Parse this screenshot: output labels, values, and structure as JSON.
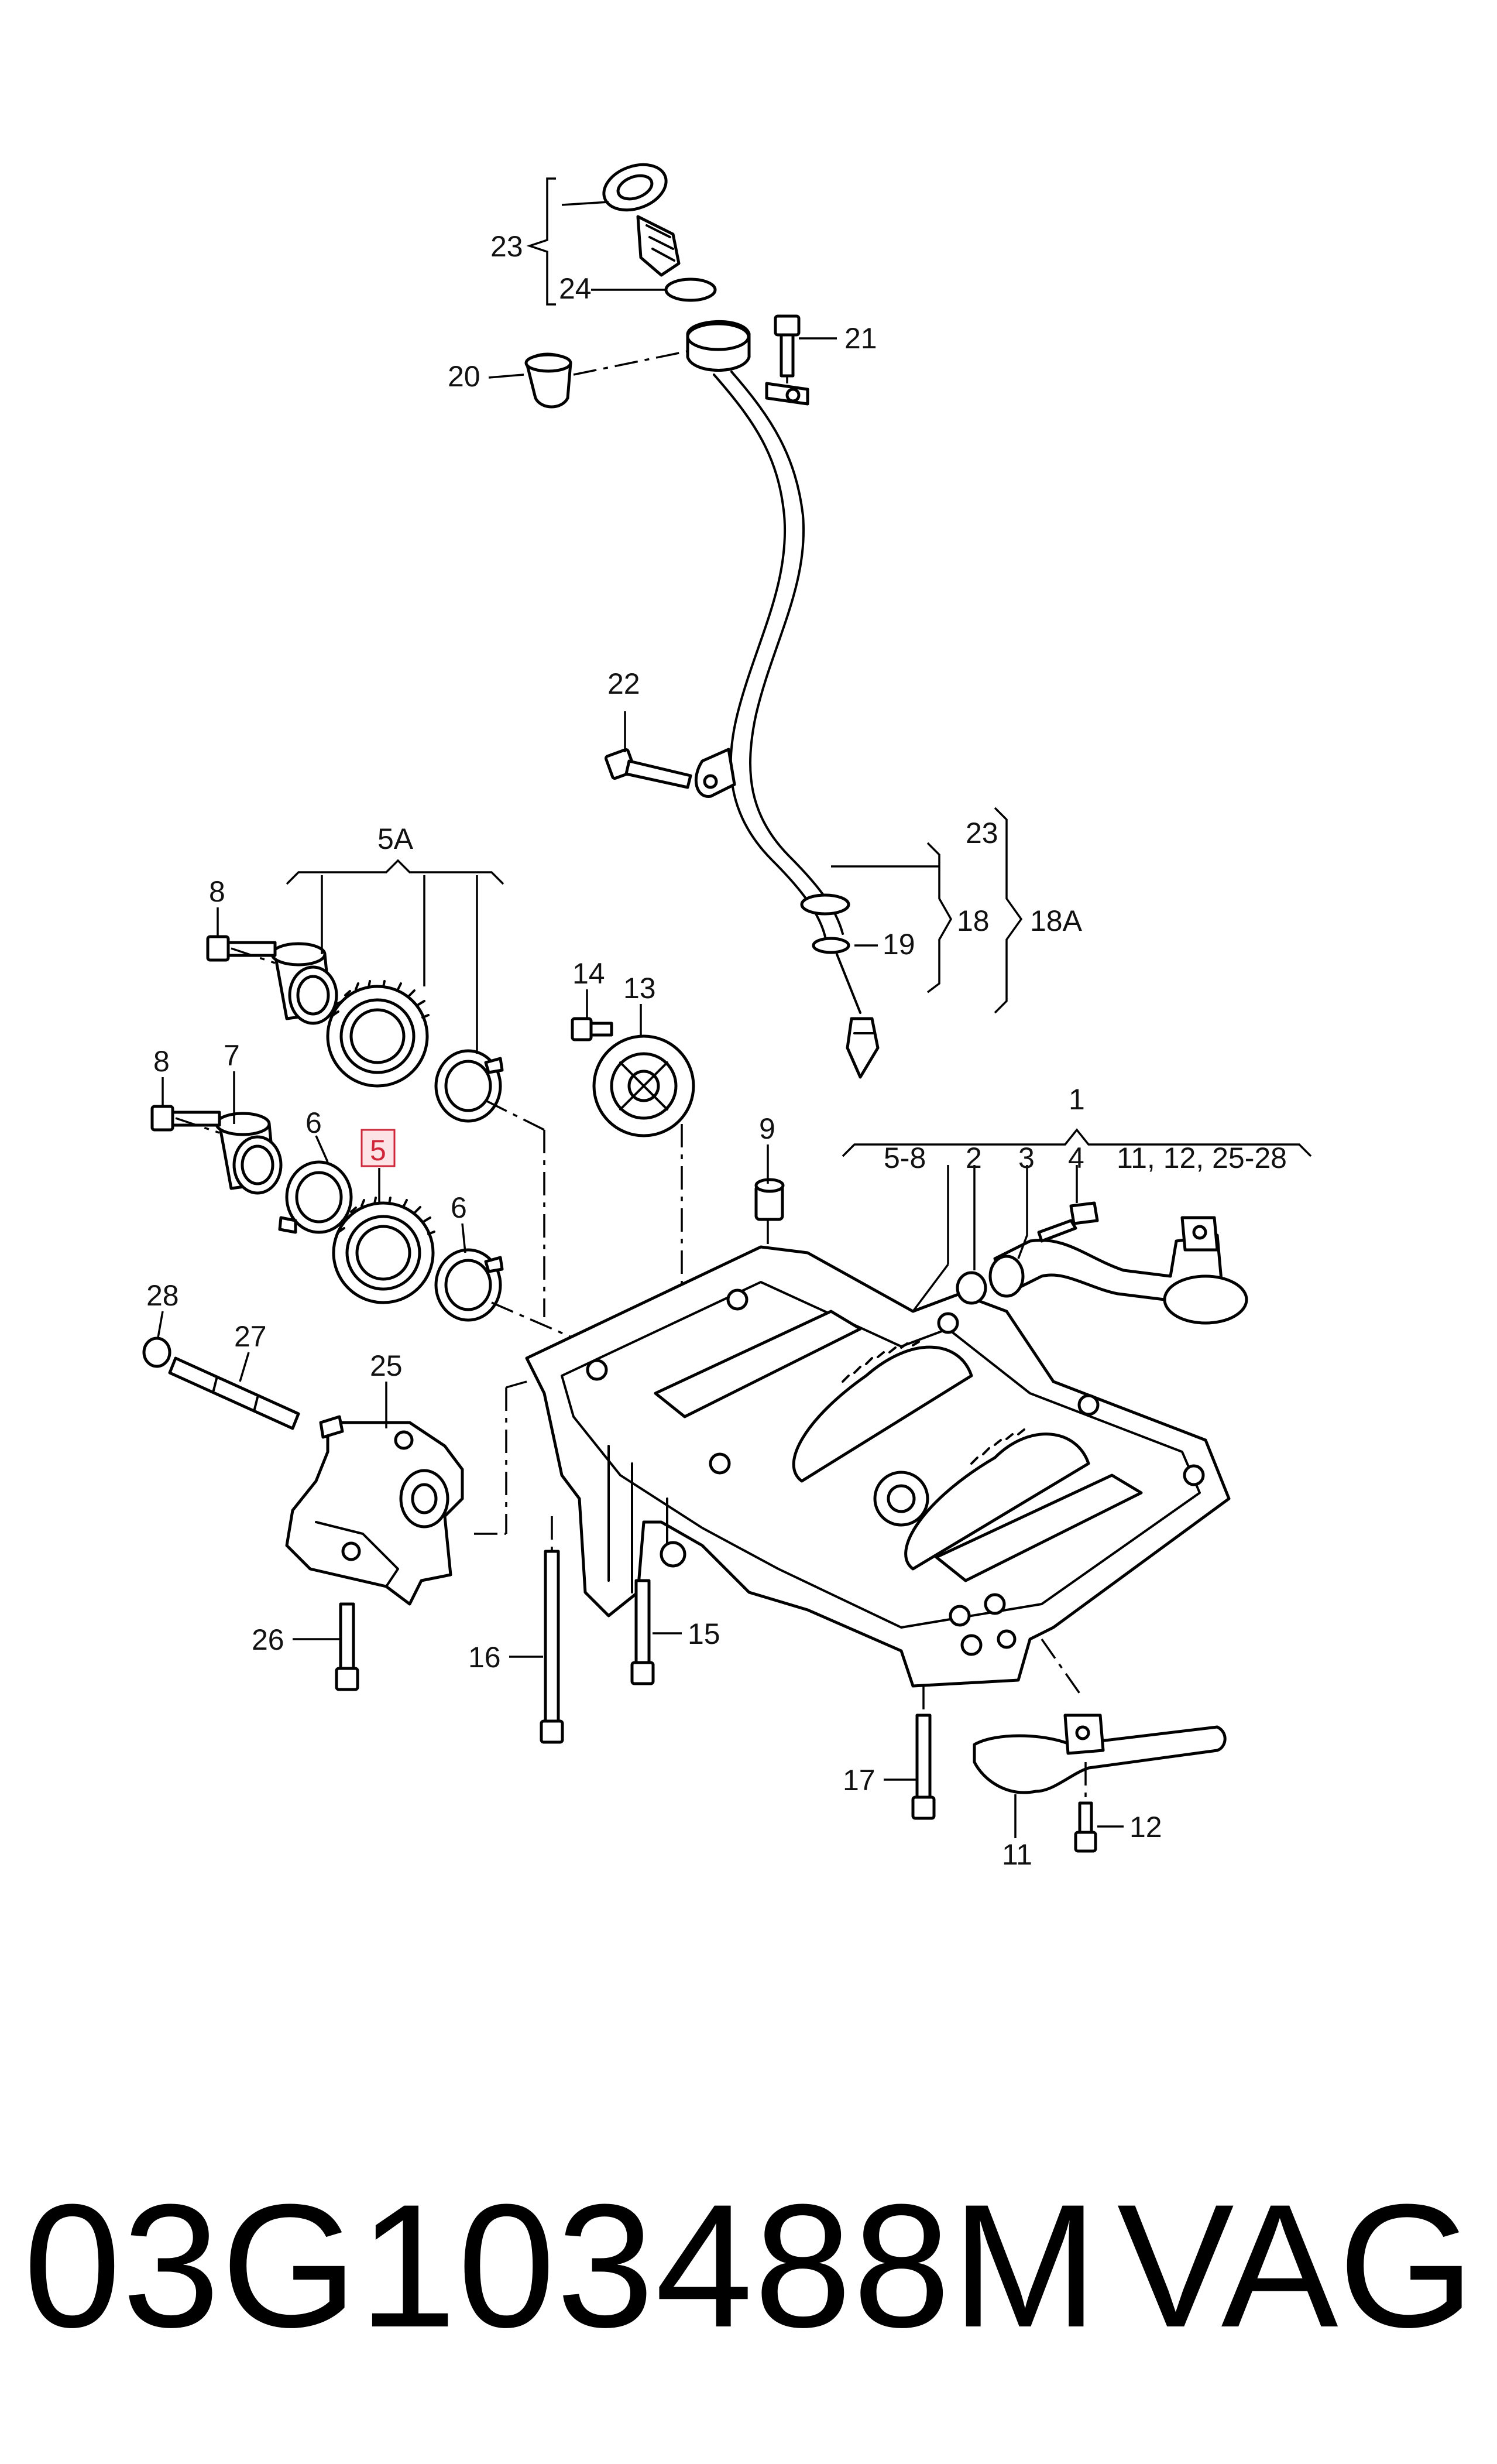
{
  "diagram": {
    "callouts": {
      "c23_top": "23",
      "c24": "24",
      "c21": "21",
      "c20": "20",
      "c22": "22",
      "c23_right": "23",
      "c18": "18",
      "c18a": "18A",
      "c19": "19",
      "c5a": "5A",
      "c8_top": "8",
      "c14": "14",
      "c13": "13",
      "c8_bottom": "8",
      "c7": "7",
      "c6_left": "6",
      "c5": "5",
      "c6_right": "6",
      "c1": "1",
      "c9": "9",
      "c5_8": "5-8",
      "c2": "2",
      "c3": "3",
      "c4": "4",
      "c11_12_25_28": "11, 12, 25-28",
      "c28": "28",
      "c27": "27",
      "c25": "25",
      "c26": "26",
      "c16": "16",
      "c15": "15",
      "c17": "17",
      "c11": "11",
      "c12": "12"
    },
    "highlighted_callout": "5",
    "highlight_color": "#d0263a"
  },
  "footer": {
    "part_number": "03G103488M",
    "brand": "VAG"
  }
}
